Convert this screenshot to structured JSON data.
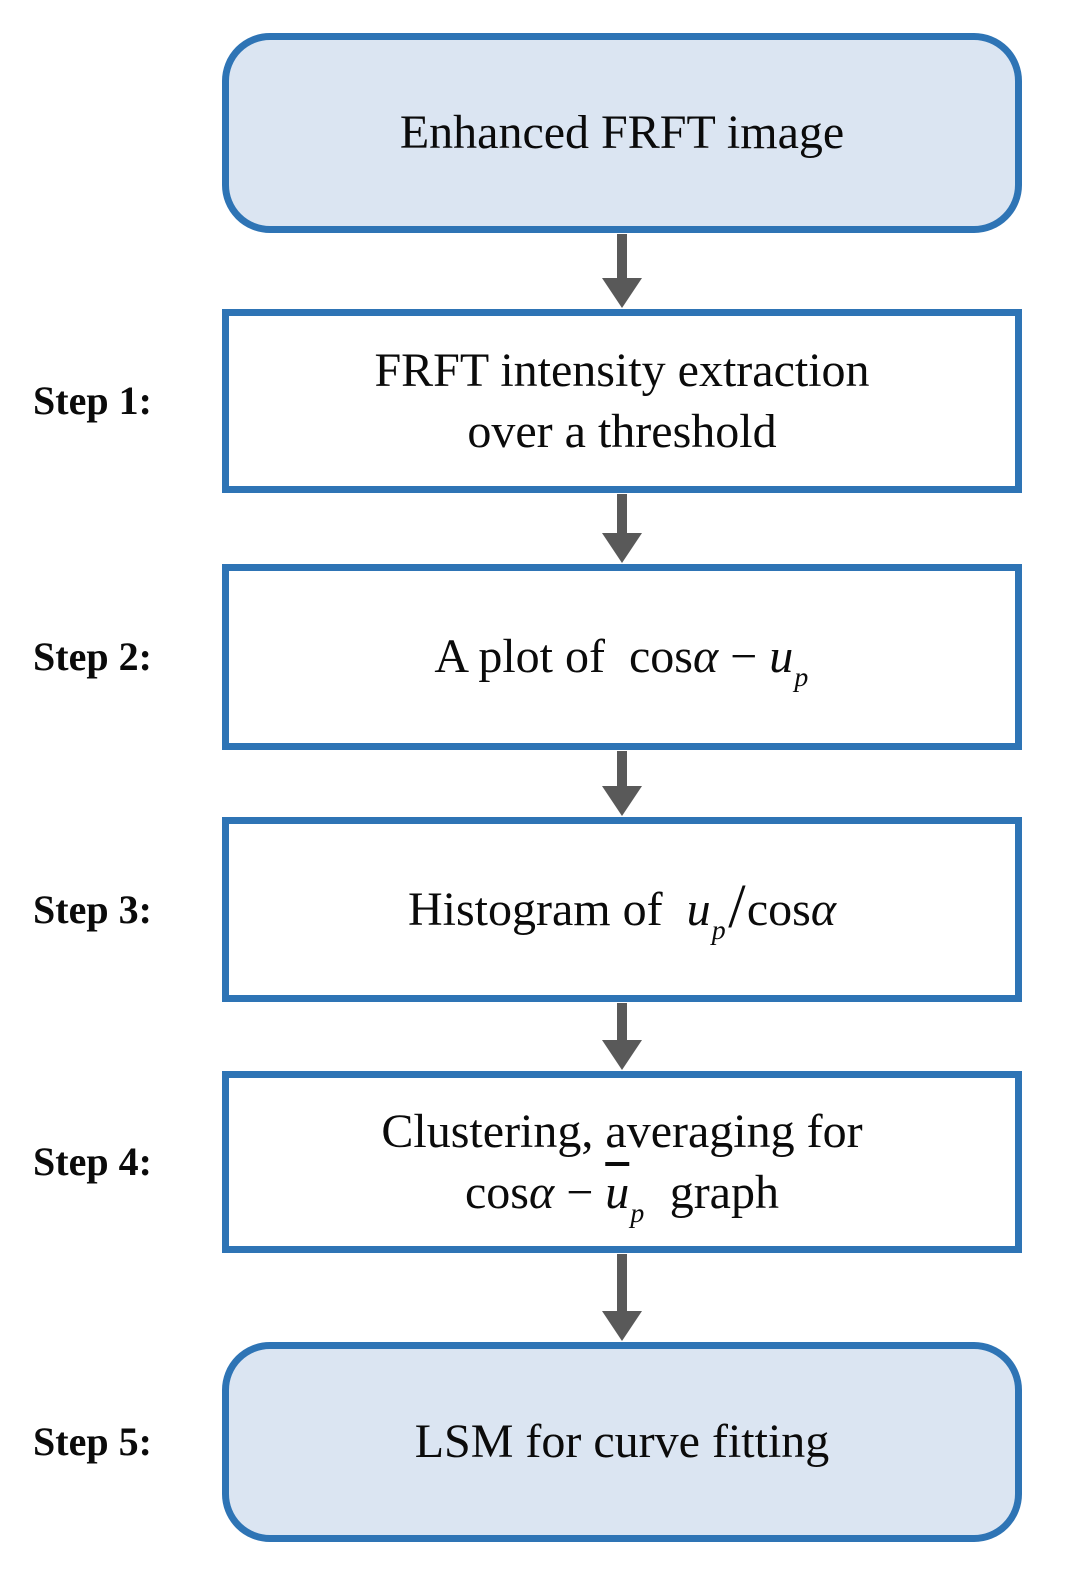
{
  "figure": {
    "type": "flowchart",
    "colors": {
      "box_border": "#2e74b5",
      "terminal_fill": "#dbe5f2",
      "process_fill": "#ffffff",
      "arrow": "#595959",
      "text": "#0b0b0b",
      "background": "#ffffff"
    }
  },
  "nodes": [
    {
      "id": "start",
      "shape": "rounded-terminal",
      "label": "",
      "lines": [
        [
          {
            "t": "Enhanced FRFT image",
            "s": "rm"
          }
        ]
      ]
    },
    {
      "id": "step1",
      "shape": "process",
      "label": "Step 1:",
      "lines": [
        [
          {
            "t": "FRFT intensity extraction",
            "s": "rm"
          }
        ],
        [
          {
            "t": "over a threshold",
            "s": "rm"
          }
        ]
      ]
    },
    {
      "id": "step2",
      "shape": "process",
      "label": "Step 2:",
      "lines": [
        [
          {
            "t": "A plot of  ",
            "s": "rm"
          },
          {
            "t": "cos",
            "s": "rm"
          },
          {
            "t": "α",
            "s": "it"
          },
          {
            "t": " − ",
            "s": "rm"
          },
          {
            "t": "u",
            "s": "it"
          },
          {
            "t": "p",
            "s": "sub"
          }
        ]
      ]
    },
    {
      "id": "step3",
      "shape": "process",
      "label": "Step 3:",
      "lines": [
        [
          {
            "t": "Histogram of  ",
            "s": "rm"
          },
          {
            "t": "u",
            "s": "it"
          },
          {
            "t": "p",
            "s": "sub"
          },
          {
            "t": "/",
            "s": "slash"
          },
          {
            "t": "cos",
            "s": "rm"
          },
          {
            "t": "α",
            "s": "it"
          }
        ]
      ]
    },
    {
      "id": "step4",
      "shape": "process",
      "label": "Step 4:",
      "lines": [
        [
          {
            "t": "Clustering, averaging for",
            "s": "rm"
          }
        ],
        [
          {
            "t": "cos",
            "s": "rm"
          },
          {
            "t": "α",
            "s": "it"
          },
          {
            "t": " − ",
            "s": "rm"
          },
          {
            "t": "u",
            "s": "barit"
          },
          {
            "t": "p",
            "s": "sub"
          },
          {
            "t": "  graph",
            "s": "rm"
          }
        ]
      ]
    },
    {
      "id": "step5",
      "shape": "rounded-terminal",
      "label": "Step 5:",
      "lines": [
        [
          {
            "t": "LSM for curve fitting",
            "s": "rm"
          }
        ]
      ]
    }
  ],
  "connections": [
    [
      "start",
      "step1"
    ],
    [
      "step1",
      "step2"
    ],
    [
      "step2",
      "step3"
    ],
    [
      "step3",
      "step4"
    ],
    [
      "step4",
      "step5"
    ]
  ]
}
